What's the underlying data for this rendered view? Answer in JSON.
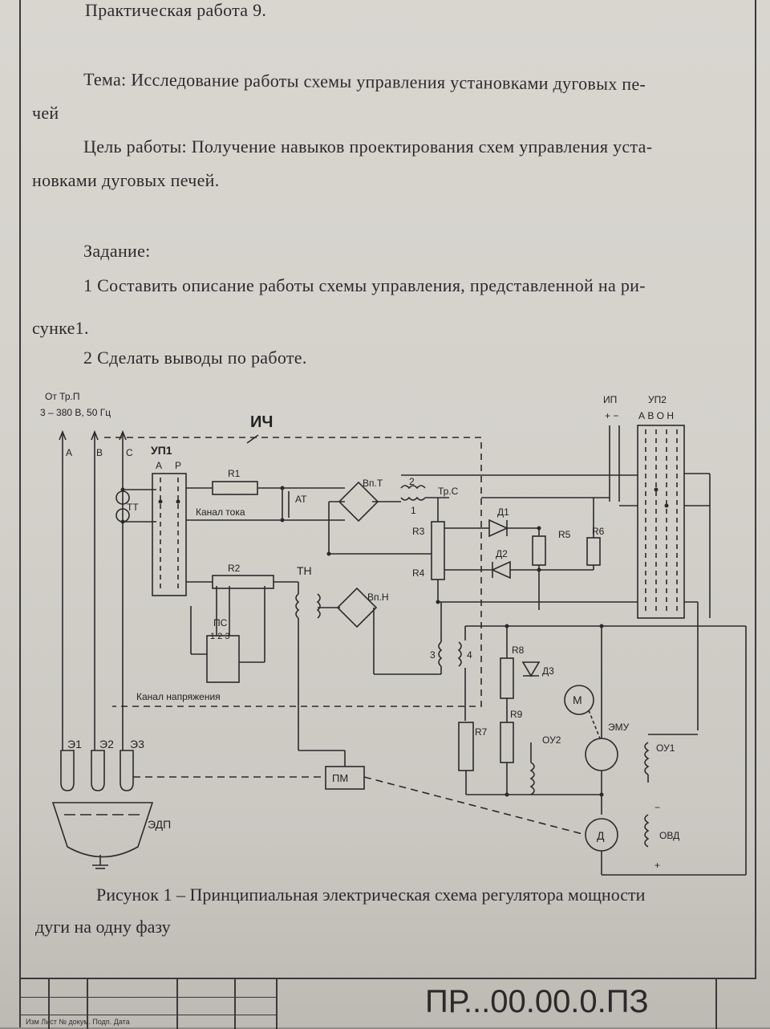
{
  "document": {
    "title": "Практическая работа 9.",
    "topic_line1": "Тема: Исследование работы схемы управления установками дуговых пе-",
    "topic_line2": "чей",
    "goal_line1": "Цель работы: Получение навыков проектирования схем управления уста-",
    "goal_line2": "новками дуговых печей.",
    "task_heading": "Задание:",
    "task1_line1": "1 Составить описание работы схемы управления, представленной на ри-",
    "task1_line2": "сунке1.",
    "task2": "2 Сделать выводы по работе.",
    "caption_line1": "Рисунок 1 – Принципиальная электрическая схема регулятора мощности",
    "caption_line2": "дуги на одну фазу"
  },
  "diagram": {
    "source_label": "От Тр.П",
    "source_voltage": "3 – 380 В, 50 Гц",
    "phase_a": "А",
    "phase_b": "В",
    "phase_c": "С",
    "ich": "ИЧ",
    "up1": "УП1",
    "up1_a": "А",
    "up1_p": "Р",
    "tt": "ТТ",
    "r1": "R1",
    "at": "АТ",
    "current_channel": "Канал тока",
    "vpt": "Вп.Т",
    "trs": "Тр.С",
    "trs_2": "2",
    "trs_1": "1",
    "r2": "R2",
    "tn": "ТН",
    "vpn": "Вп.Н",
    "ps": "ПС",
    "ps_pos": "1 2 3",
    "voltage_channel": "Канал напряжения",
    "r3": "R3",
    "r4": "R4",
    "d1": "Д1",
    "d2": "Д2",
    "r5": "R5",
    "r6": "R6",
    "ip": "ИП",
    "ip_pol": "+ −",
    "up2": "УП2",
    "up2_pos": "А В О Н",
    "w3": "3",
    "w4": "4",
    "r8": "R8",
    "d3": "Д3",
    "m": "М",
    "emu": "ЭМУ",
    "r7": "R7",
    "r9": "R9",
    "ou2": "ОУ2",
    "ou1": "ОУ1",
    "e1": "Э1",
    "e2": "Э2",
    "e3": "Э3",
    "pm": "ПМ",
    "edp": "ЭДП",
    "d": "Д",
    "ovd": "ОВД",
    "minus": "−",
    "plus": "+"
  },
  "stamp": {
    "code": "ПР...00.00.0.ПЗ",
    "cell_labels": "Изм  Лист  № докум.  Подп.  Дата"
  }
}
